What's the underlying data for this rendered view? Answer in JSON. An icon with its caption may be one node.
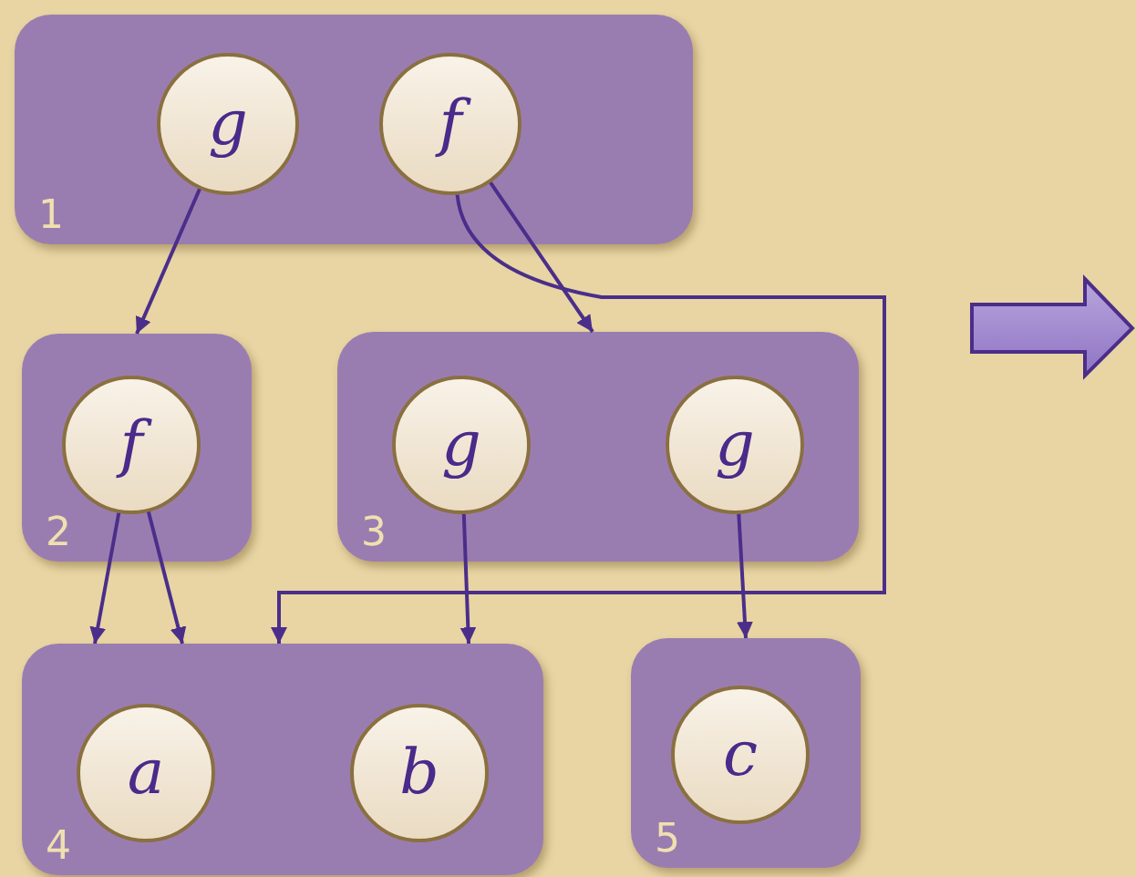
{
  "diagram": {
    "nodes": [
      {
        "text": [
          "1"
        ]
      },
      {
        "text": [
          "g"
        ],
        "in": 0
      },
      {
        "text": [
          "f"
        ],
        "in": 0
      },
      {
        "text": [
          "2"
        ]
      },
      {
        "text": [
          "f"
        ],
        "in": 3
      },
      {
        "text": [
          "3"
        ]
      },
      {
        "text": [
          "g"
        ],
        "in": 5
      },
      {
        "text": [
          "g"
        ],
        "in": 5
      },
      {
        "text": [
          "4"
        ]
      },
      {
        "text": [
          "a"
        ],
        "in": 8
      },
      {
        "text": [
          "b"
        ],
        "in": 8
      },
      {
        "text": [
          "5"
        ]
      },
      {
        "text": [
          "c"
        ],
        "in": 11
      }
    ],
    "edges": [
      {
        "from": 1,
        "to": 3,
        "arrow": "to"
      },
      {
        "from": 2,
        "to": 5,
        "arrow": "to"
      },
      {
        "from": 2,
        "to": 8,
        "arrow": "to"
      },
      {
        "from": 4,
        "to": 8,
        "arrow": "to"
      },
      {
        "from": 4,
        "to": 8,
        "arrow": "to"
      },
      {
        "from": 6,
        "to": 8,
        "arrow": "to"
      },
      {
        "from": 7,
        "to": 11,
        "arrow": "to"
      }
    ]
  }
}
